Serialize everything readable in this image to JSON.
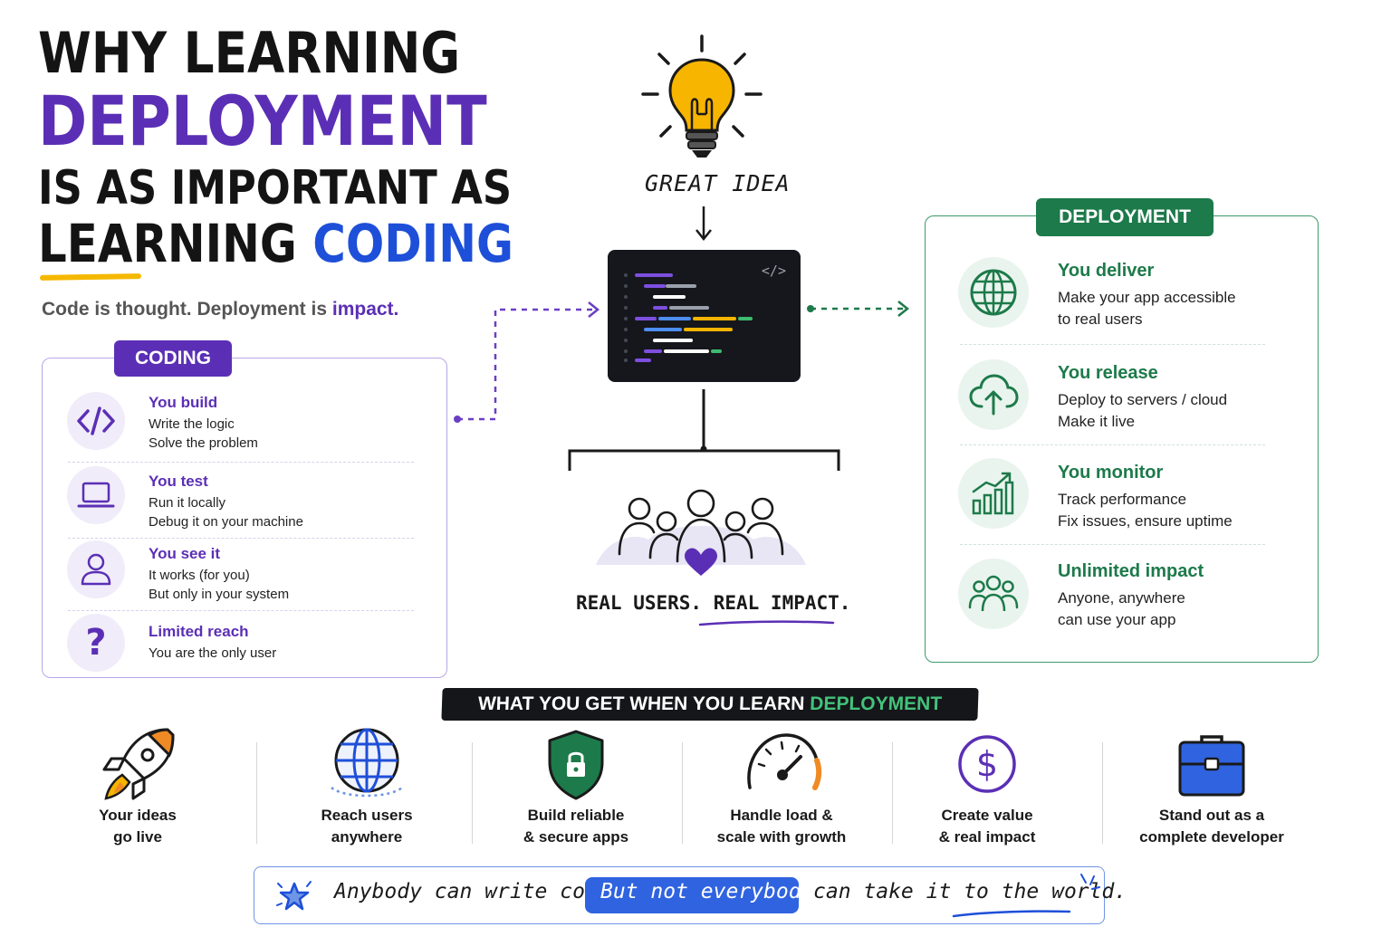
{
  "title": {
    "line1": "WHY LEARNING",
    "line2": "DEPLOYMENT",
    "line3": "IS AS IMPORTANT AS",
    "line4_prefix": "LEARNING ",
    "line4_highlight": "CODING"
  },
  "tagline": {
    "prefix": "Code is thought. Deployment is ",
    "highlight": "impact."
  },
  "center": {
    "idea_label": "GREAT IDEA",
    "code_tag": "</>",
    "users_label": "REAL USERS. REAL IMPACT."
  },
  "coding": {
    "header": "CODING",
    "items": [
      {
        "icon": "code-icon",
        "title": "You build",
        "lines": [
          "Write the logic",
          "Solve the problem"
        ]
      },
      {
        "icon": "laptop-icon",
        "title": "You test",
        "lines": [
          "Run it locally",
          "Debug it on your machine"
        ]
      },
      {
        "icon": "user-icon",
        "title": "You see it",
        "lines": [
          "It works (for you)",
          "But only in your system"
        ]
      },
      {
        "icon": "question-icon",
        "title": "Limited reach",
        "lines": [
          "You are the only user"
        ]
      }
    ]
  },
  "deployment": {
    "header": "DEPLOYMENT",
    "items": [
      {
        "icon": "globe-icon",
        "title": "You deliver",
        "lines": [
          "Make your app accessible",
          "to real users"
        ]
      },
      {
        "icon": "cloud-upload-icon",
        "title": "You release",
        "lines": [
          "Deploy to servers / cloud",
          "Make it live"
        ]
      },
      {
        "icon": "growth-chart-icon",
        "title": "You monitor",
        "lines": [
          "Track performance",
          "Fix issues, ensure uptime"
        ]
      },
      {
        "icon": "group-icon",
        "title": "Unlimited impact",
        "lines": [
          "Anyone, anywhere",
          "can use your app"
        ]
      }
    ]
  },
  "benefits": {
    "header_prefix": "WHAT YOU GET WHEN YOU LEARN ",
    "header_highlight": "DEPLOYMENT",
    "items": [
      {
        "icon": "rocket-icon",
        "lines": [
          "Your ideas",
          "go live"
        ]
      },
      {
        "icon": "globe-icon",
        "lines": [
          "Reach users",
          "anywhere"
        ]
      },
      {
        "icon": "shield-lock-icon",
        "lines": [
          "Build reliable",
          "& secure apps"
        ]
      },
      {
        "icon": "speedometer-icon",
        "lines": [
          "Handle load &",
          "scale with growth"
        ]
      },
      {
        "icon": "dollar-icon",
        "lines": [
          "Create value",
          "& real impact"
        ]
      },
      {
        "icon": "briefcase-icon",
        "lines": [
          "Stand out as a",
          "complete developer"
        ]
      }
    ]
  },
  "quote": {
    "part1": "Anybody can write code.",
    "highlight": "But not everybody",
    "part2": "can take it to the world."
  },
  "colors": {
    "purple": "#5b2fb5",
    "blue": "#1e4fd8",
    "green": "#1d7a4a",
    "yellow": "#f5b800"
  }
}
